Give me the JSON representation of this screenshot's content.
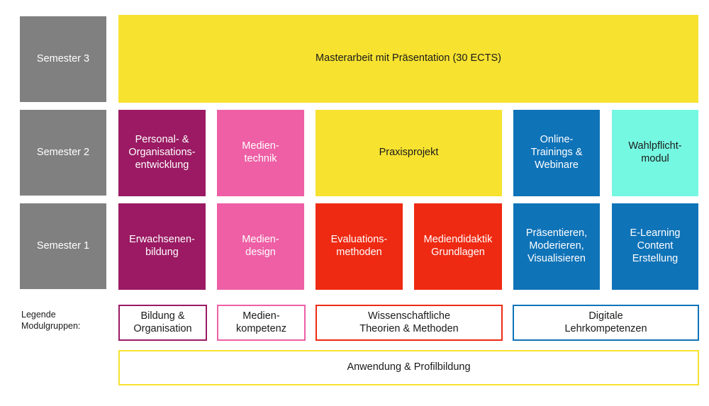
{
  "colors": {
    "semester_gray": "#808080",
    "bildung_purple": "#9b1a63",
    "medien_pink": "#ee5fa5",
    "wissenschaft_red": "#ee2a12",
    "digital_blue": "#0f73b8",
    "anwendung_yellow": "#f7e230",
    "wahlpflicht_cyan": "#75f8e2"
  },
  "semesters": {
    "s3": "Semester 3",
    "s2": "Semester 2",
    "s1": "Semester 1"
  },
  "semester3": {
    "masterarbeit": "Masterarbeit mit Präsentation (30 ECTS)"
  },
  "semester2": {
    "personal": "Personal- &\nOrganisations-\nentwicklung",
    "medientechnik": "Medien-\ntechnik",
    "praxisprojekt": "Praxisprojekt",
    "online": "Online-\nTrainings &\nWebinare",
    "wahlpflicht": "Wahlpflicht-\nmodul"
  },
  "semester1": {
    "erwachsenen": "Erwachsenen-\nbildung",
    "mediendesign": "Medien-\ndesign",
    "evaluation": "Evaluations-\nmethoden",
    "mediendidaktik": "Mediendidaktik\nGrundlagen",
    "praesentieren": "Präsentieren,\nModerieren,\nVisualisieren",
    "elearning": "E-Learning\nContent\nErstellung"
  },
  "legend": {
    "label": "Legende\nModulgruppen:",
    "bildung": "Bildung &\nOrganisation",
    "medien": "Medien-\nkompetenz",
    "wissenschaft": "Wissenschaftliche\nTheorien & Methoden",
    "digital": "Digitale\nLehrkompetenzen",
    "anwendung": "Anwendung & Profilbildung"
  }
}
